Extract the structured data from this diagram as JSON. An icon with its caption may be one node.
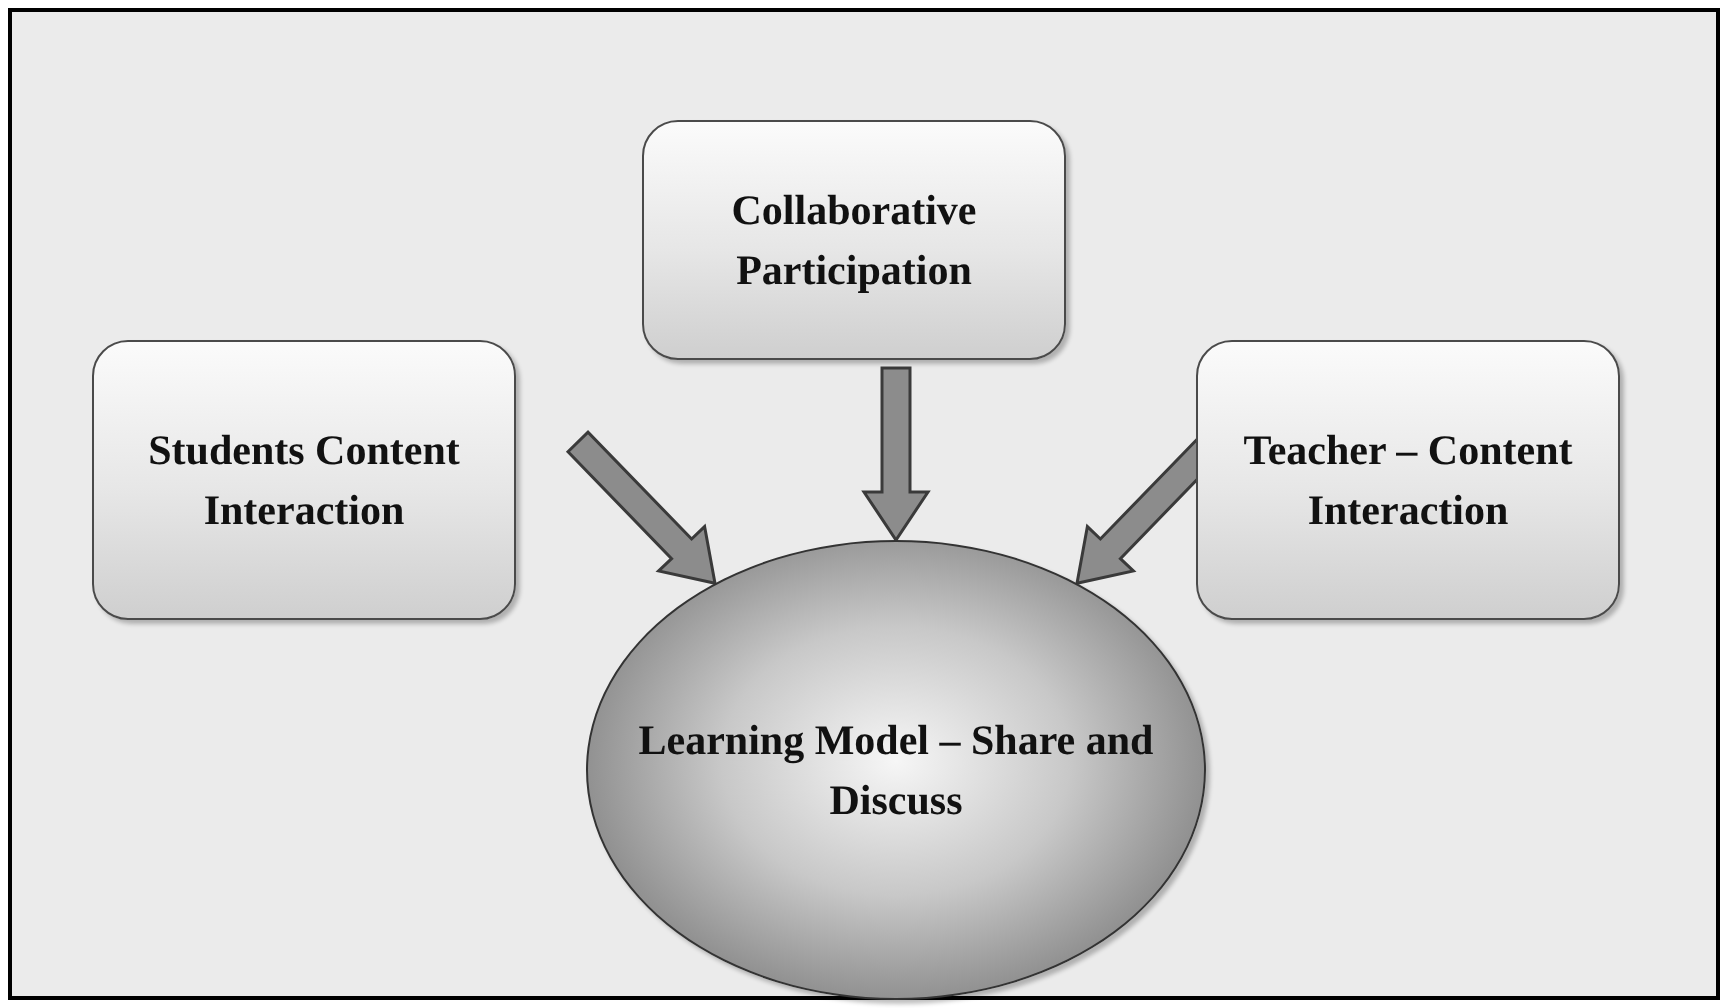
{
  "diagram": {
    "nodes": [
      {
        "text": [
          "Collaborative Participation"
        ]
      },
      {
        "text": [
          "Students Content Interaction"
        ]
      },
      {
        "text": [
          "Teacher – Content Interaction"
        ]
      },
      {
        "text": [
          "Learning Model – Share and Discuss"
        ]
      }
    ],
    "edges": [
      {
        "from": 1,
        "to": 3,
        "arrow": "to"
      },
      {
        "from": 0,
        "to": 3,
        "arrow": "to"
      },
      {
        "from": 2,
        "to": 3,
        "arrow": "to"
      }
    ]
  }
}
